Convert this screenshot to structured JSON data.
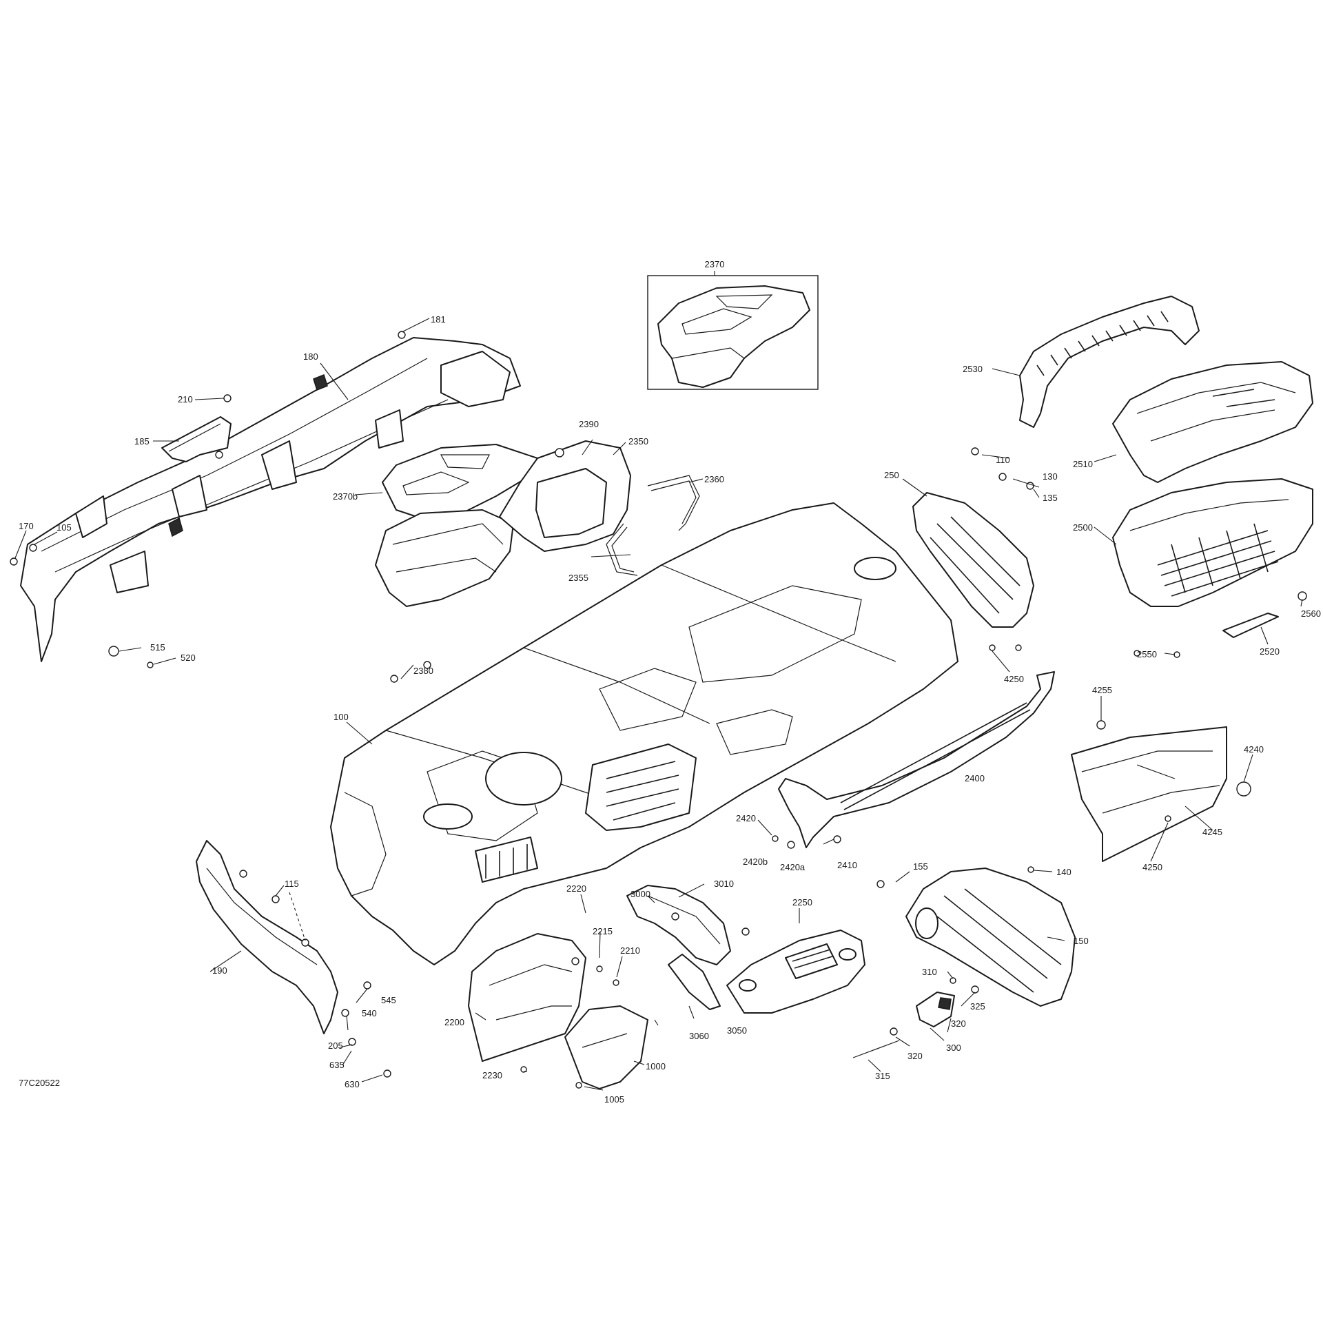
{
  "figure_id": "77C20522",
  "callouts": {
    "c2370": "2370",
    "c181": "181",
    "c180": "180",
    "c210": "210",
    "c185": "185",
    "c170": "170",
    "c105": "105",
    "c515": "515",
    "c520": "520",
    "c2390": "2390",
    "c2350": "2350",
    "c2360": "2360",
    "c2370b": "2370b",
    "c2355": "2355",
    "c2380": "2380",
    "c2530": "2530",
    "c2510": "2510",
    "c2500": "2500",
    "c2560": "2560",
    "c2520": "2520",
    "c2550": "2550",
    "c250": "250",
    "c110": "110",
    "c130": "130",
    "c135": "135",
    "c4250a": "4250",
    "c100": "100",
    "c2400": "2400",
    "c4255": "4255",
    "c4240": "4240",
    "c4245": "4245",
    "c4250b": "4250",
    "c2420": "2420",
    "c2420b": "2420b",
    "c2420a": "2420a",
    "c2410": "2410",
    "c115": "115",
    "c190": "190",
    "c545": "545",
    "c540": "540",
    "c205": "205",
    "c635": "635",
    "c630": "630",
    "c3010": "3010",
    "c3000": "3000",
    "c2220": "2220",
    "c2215": "2215",
    "c2210": "2210",
    "c2250": "2250",
    "c155": "155",
    "c140": "140",
    "c150": "150",
    "c310": "310",
    "c325": "325",
    "c320a": "320",
    "c320b": "320",
    "c300": "300",
    "c315": "315",
    "c2200": "2200",
    "c2230": "2230",
    "c3060": "3060",
    "c3050": "3050",
    "c1000": "1000",
    "c1005": "1005"
  }
}
